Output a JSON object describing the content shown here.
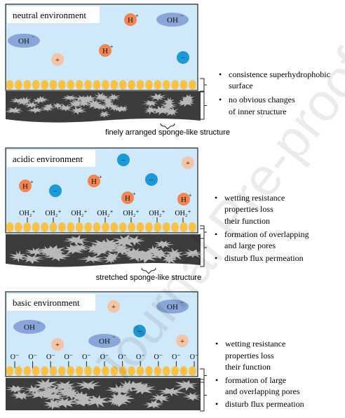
{
  "watermark": "Journal Pre-proof",
  "panels": [
    {
      "title": "neutral environment",
      "ions": [
        {
          "kind": "cation",
          "text": "H",
          "sup": "+"
        },
        {
          "kind": "anion",
          "text": "OH",
          "sup": "−"
        },
        {
          "kind": "anion",
          "text": "OH",
          "sup": "−"
        },
        {
          "kind": "plus",
          "text": "+",
          "sup": ""
        },
        {
          "kind": "cation",
          "text": "H",
          "sup": "+"
        },
        {
          "kind": "minus",
          "text": "−",
          "sup": ""
        }
      ],
      "surface_groups": [],
      "bullets": [
        "consistence superhydrophobic surface",
        "no obvious changes of inner structure"
      ],
      "caption": "finely arranged sponge-like structure"
    },
    {
      "title": "acidic environment",
      "ions": [
        {
          "kind": "minus",
          "text": "−",
          "sup": ""
        },
        {
          "kind": "plus",
          "text": "+",
          "sup": ""
        },
        {
          "kind": "cation",
          "text": "H",
          "sup": "+"
        },
        {
          "kind": "minus",
          "text": "−",
          "sup": ""
        },
        {
          "kind": "cation",
          "text": "H",
          "sup": "+"
        },
        {
          "kind": "cation",
          "text": "H",
          "sup": "+"
        },
        {
          "kind": "minus",
          "text": "−",
          "sup": ""
        },
        {
          "kind": "cation",
          "text": "H",
          "sup": "+"
        }
      ],
      "surface_groups": [
        "OH₂⁺",
        "OH₂⁺",
        "OH₂⁺",
        "OH₂⁺",
        "OH₂⁺",
        "OH₂⁺",
        "OH₂⁺"
      ],
      "bullets": [
        "wetting resistance properties loss their function",
        "formation of overlapping and large pores",
        "disturb flux permeation"
      ],
      "caption": "stretched sponge-like structure"
    },
    {
      "title": "basic environment",
      "ions": [
        {
          "kind": "plus",
          "text": "+",
          "sup": ""
        },
        {
          "kind": "anion",
          "text": "OH",
          "sup": "−"
        },
        {
          "kind": "anion",
          "text": "OH",
          "sup": "−"
        },
        {
          "kind": "minus",
          "text": "−",
          "sup": ""
        },
        {
          "kind": "anion",
          "text": "OH",
          "sup": "−"
        },
        {
          "kind": "plus",
          "text": "+",
          "sup": ""
        },
        {
          "kind": "plus",
          "text": "+",
          "sup": ""
        }
      ],
      "surface_groups": [
        "O⁻",
        "O⁻",
        "O⁻",
        "O⁻",
        "O⁻",
        "O⁻",
        "O⁻",
        "O⁻",
        "O⁻",
        "O⁻",
        "O⁻"
      ],
      "bullets": [
        "wetting resistance properties loss their function",
        "formation of large and overlapping pores",
        "disturb flux permeation"
      ],
      "caption": ""
    }
  ],
  "colors": {
    "water": "#cfe9fa",
    "bead": "#f7c14a",
    "membrane": "#3c3c3c",
    "pore": "#b9b9b9",
    "cation": "#f08552",
    "plus_ion": "#f6c4a4",
    "minus_ion": "#1d9ad6",
    "anion": "#8aa6d8"
  }
}
